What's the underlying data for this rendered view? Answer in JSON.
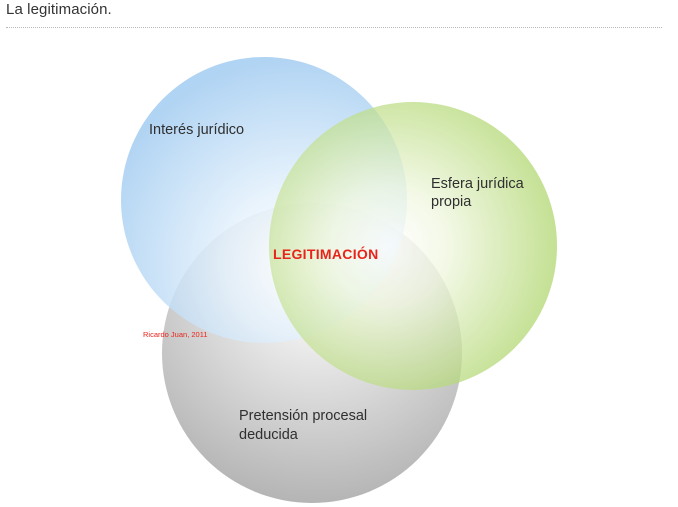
{
  "header": {
    "title": "La legitimación."
  },
  "diagram": {
    "type": "venn",
    "circles": [
      {
        "label_lines": [
          "Interés jurídico"
        ],
        "color": "#9fcaf0"
      },
      {
        "label_lines": [
          "Esfera jurídica",
          "propia"
        ],
        "color": "#9ccc4c"
      },
      {
        "label_lines": [
          "Pretensión procesal",
          "deducida"
        ],
        "color": "#a9a9a9"
      }
    ],
    "intersection": {
      "label": "LEGITIMACIÓN",
      "color": "#e8241a"
    },
    "credit": "Ricardo Juan, 2011"
  }
}
